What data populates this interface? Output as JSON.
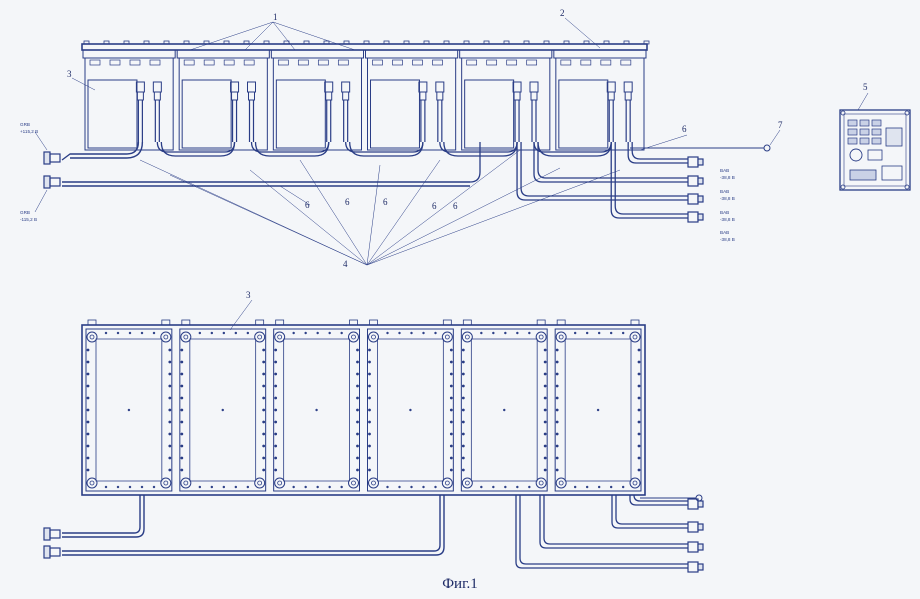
{
  "figure": {
    "caption": "Фиг.1",
    "callouts": [
      "1",
      "2",
      "3",
      "4",
      "5",
      "6",
      "7"
    ],
    "top_labels": {
      "left_connector_top": {
        "name": "GRB",
        "value": "+115,2 В"
      },
      "left_connector_bottom": {
        "name": "GRB",
        "value": "-115,2 В"
      },
      "right_connectors": [
        {
          "name": "BAB",
          "value": "-38,8 В"
        },
        {
          "name": "BAB",
          "value": "-38,8 В"
        },
        {
          "name": "BAB",
          "value": "-38,8 В"
        },
        {
          "name": "BAB",
          "value": "-38,8 В"
        }
      ]
    },
    "colors": {
      "line": "#2a3d86",
      "paper": "#f4f6f9",
      "text": "#1d2a66"
    },
    "module_count": 6
  }
}
